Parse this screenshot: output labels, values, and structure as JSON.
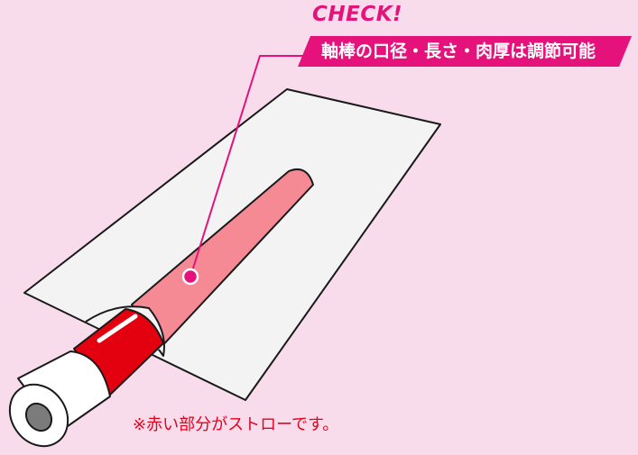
{
  "check": {
    "title": "CHECK!",
    "banner": "軸棒の口径・長さ・肉厚は調節可能"
  },
  "note": "※赤い部分がストローです。",
  "colors": {
    "background": "#f9dceb",
    "accent": "#e5127b",
    "straw_red": "#e3000f",
    "straw_highlight": "#f58a95",
    "sheet": "#f3f3f3",
    "note_text": "#e5001c"
  }
}
